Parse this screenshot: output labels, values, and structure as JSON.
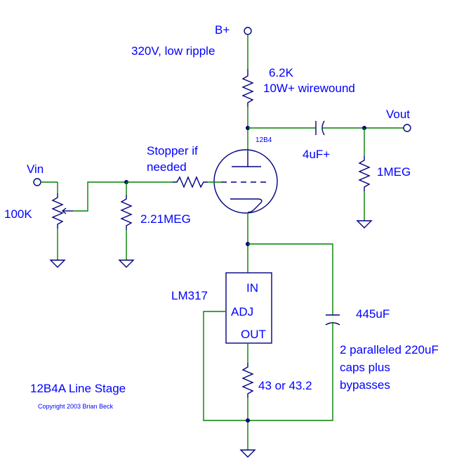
{
  "labels": {
    "bplus": "B+",
    "supply": "320V, low ripple",
    "r_plate_value": "6.2K",
    "r_plate_type": "10W+ wirewound",
    "vout": "Vout",
    "tube": "12B4",
    "cap_out": "4uF+",
    "r_out": "1MEG",
    "vin": "Vin",
    "stopper_line1": "Stopper if",
    "stopper_line2": "needed",
    "pot": "100K",
    "r_grid": "2.21MEG",
    "reg": "LM317",
    "reg_in": "IN",
    "reg_adj": "ADJ",
    "reg_out": "OUT",
    "cap_bypass": "445uF",
    "cap_note_1": "2 paralleled 220uF",
    "cap_note_2": "caps plus",
    "cap_note_3": "bypasses",
    "r_set": "43 or 43.2",
    "title": "12B4A Line Stage",
    "copyright": "Copyright 2003 Brian Beck"
  },
  "colors": {
    "wire": "#008000",
    "component": "#000080",
    "text": "#0000ff"
  }
}
